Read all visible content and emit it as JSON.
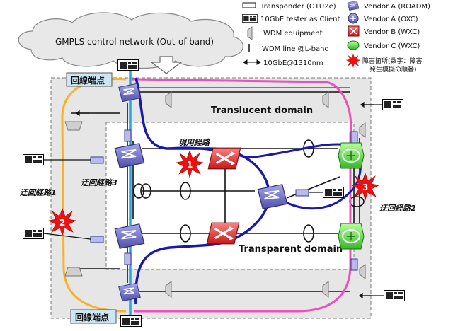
{
  "cloud": {
    "label": "GMPLS control network (Out-of-band)"
  },
  "legend": {
    "transponder": "Transponder (OTU2e)",
    "tester": "10GbE tester as Client",
    "wdm_equipment": "WDM equipment",
    "wdm_line": "WDM line @L-band",
    "tengbe": "10GbE@1310nm",
    "vendor_a_roadm": "Vendor A (ROADM)",
    "vendor_a_oxc": "Vendor A (OXC)",
    "vendor_b_wxc": "Vendor B (WXC)",
    "vendor_c_wxc": "Vendor C (WXC)",
    "failure_line1": "障害箇所(数字：障害",
    "failure_line2": "発生模擬の順番)"
  },
  "domains": {
    "translucent": "Translucent domain",
    "transparent": "Transparent domain"
  },
  "labels": {
    "endpoint_top": "回線端点",
    "endpoint_bottom": "回線端点",
    "working_path": "現用経路",
    "detour1": "迂回経路1",
    "detour2": "迂回経路2",
    "detour3": "迂回経路3"
  },
  "failures": {
    "f1": "1",
    "f2": "2",
    "f3": "3"
  },
  "colors": {
    "working": "#1a1aa8",
    "detour1": "#f5b22a",
    "detour2": "#ee4fb8",
    "detour3": "#2aa4e0",
    "roadm": "#6f70c8",
    "wxc_b": "#e83838",
    "wxc_c": "#58e04c",
    "failure": "#ee1111",
    "domain_fill": "#e6e6e6",
    "endpoint_box": "#cde6f4"
  }
}
